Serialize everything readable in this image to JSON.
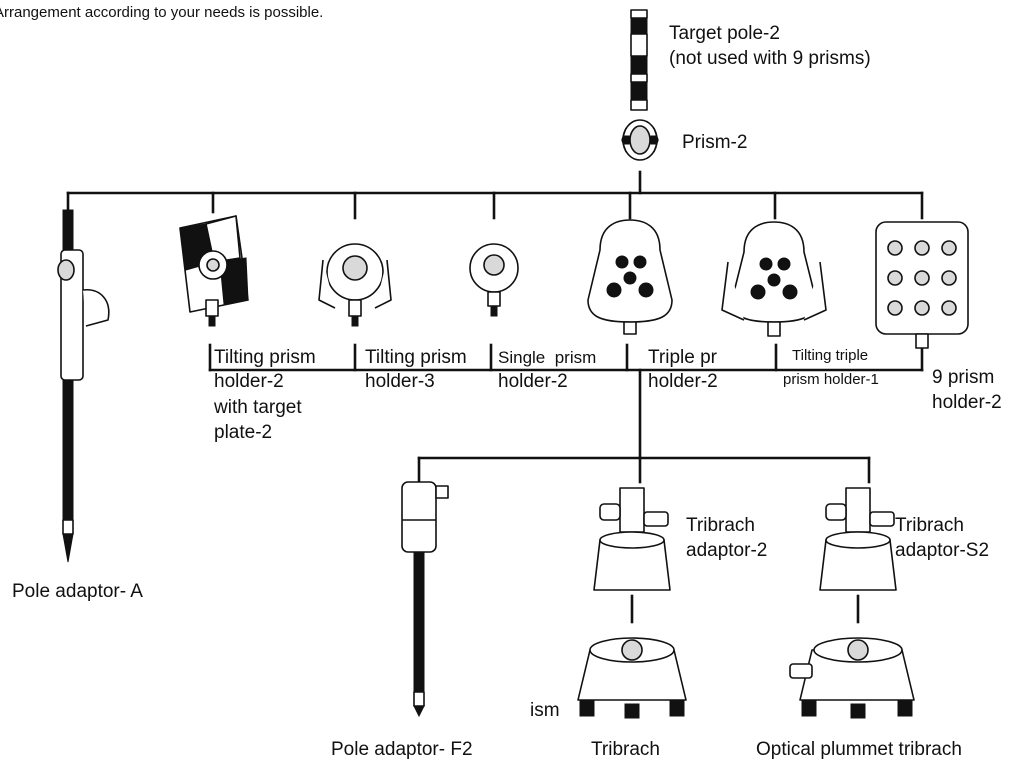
{
  "note": "Arrangement according to your needs is possible.",
  "components": {
    "target_pole": {
      "line1": "Target pole-2",
      "line2": "(not used with 9 prisms)"
    },
    "prism": {
      "label": "Prism-2"
    },
    "pole_adaptor_a": {
      "label": "Pole adaptor- A"
    },
    "tilting_prism_holder_2": {
      "lines": [
        "Tilting prism",
        "holder-2",
        "with target",
        "plate-2"
      ]
    },
    "tilting_prism_holder_3": {
      "lines": [
        "Tilting prism",
        "holder-3"
      ]
    },
    "single_prism_holder_2": {
      "lines": [
        "Single  prism",
        "holder-2"
      ]
    },
    "triple_prism_holder_2": {
      "lines": [
        "Triple pr",
        "holder-2"
      ]
    },
    "tilting_triple_prism_holder_1": {
      "lines": [
        "Tilting triple",
        "prism holder-1"
      ]
    },
    "nine_prism_holder_2": {
      "lines": [
        "9 prism",
        "holder-2"
      ]
    },
    "pole_adaptor_f2": {
      "label": "Pole adaptor- F2"
    },
    "tribrach_adaptor_2": {
      "lines": [
        "Tribrach",
        "adaptor-2"
      ]
    },
    "tribrach_adaptor_s2": {
      "lines": [
        "Tribrach",
        "adaptor-S2"
      ]
    },
    "stray_fragment": {
      "text": "ism"
    },
    "tribrach": {
      "label": "Tribrach"
    },
    "optical_plummet_tribrach": {
      "label": "Optical plummet tribrach"
    }
  }
}
